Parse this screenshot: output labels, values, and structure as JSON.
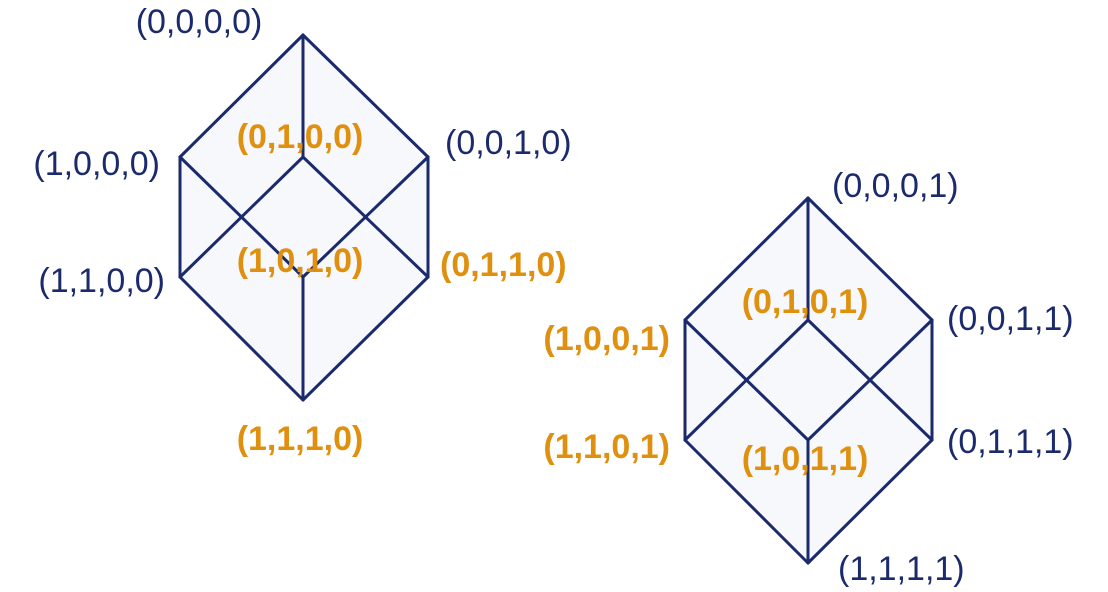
{
  "colors": {
    "edge": "#1a2a6c",
    "label_dark": "#1a2a6c",
    "label_orange": "#e0900f",
    "face_fill": "#f6f8fb"
  },
  "cube_left": {
    "labels": {
      "top": "(0,0,0,0)",
      "upper_left": "(1,0,0,0)",
      "upper_right": "(0,0,1,0)",
      "inner_top": "(0,1,0,0)",
      "inner_bottom": "(1,0,1,0)",
      "lower_left": "(1,1,0,0)",
      "lower_right": "(0,1,1,0)",
      "bottom": "(1,1,1,0)"
    }
  },
  "cube_right": {
    "labels": {
      "top": "(0,0,0,1)",
      "upper_left": "(1,0,0,1)",
      "upper_right": "(0,0,1,1)",
      "inner_top": "(0,1,0,1)",
      "inner_bottom": "(1,0,1,1)",
      "lower_left": "(1,1,0,1)",
      "lower_right": "(0,1,1,1)",
      "bottom": "(1,1,1,1)"
    }
  }
}
